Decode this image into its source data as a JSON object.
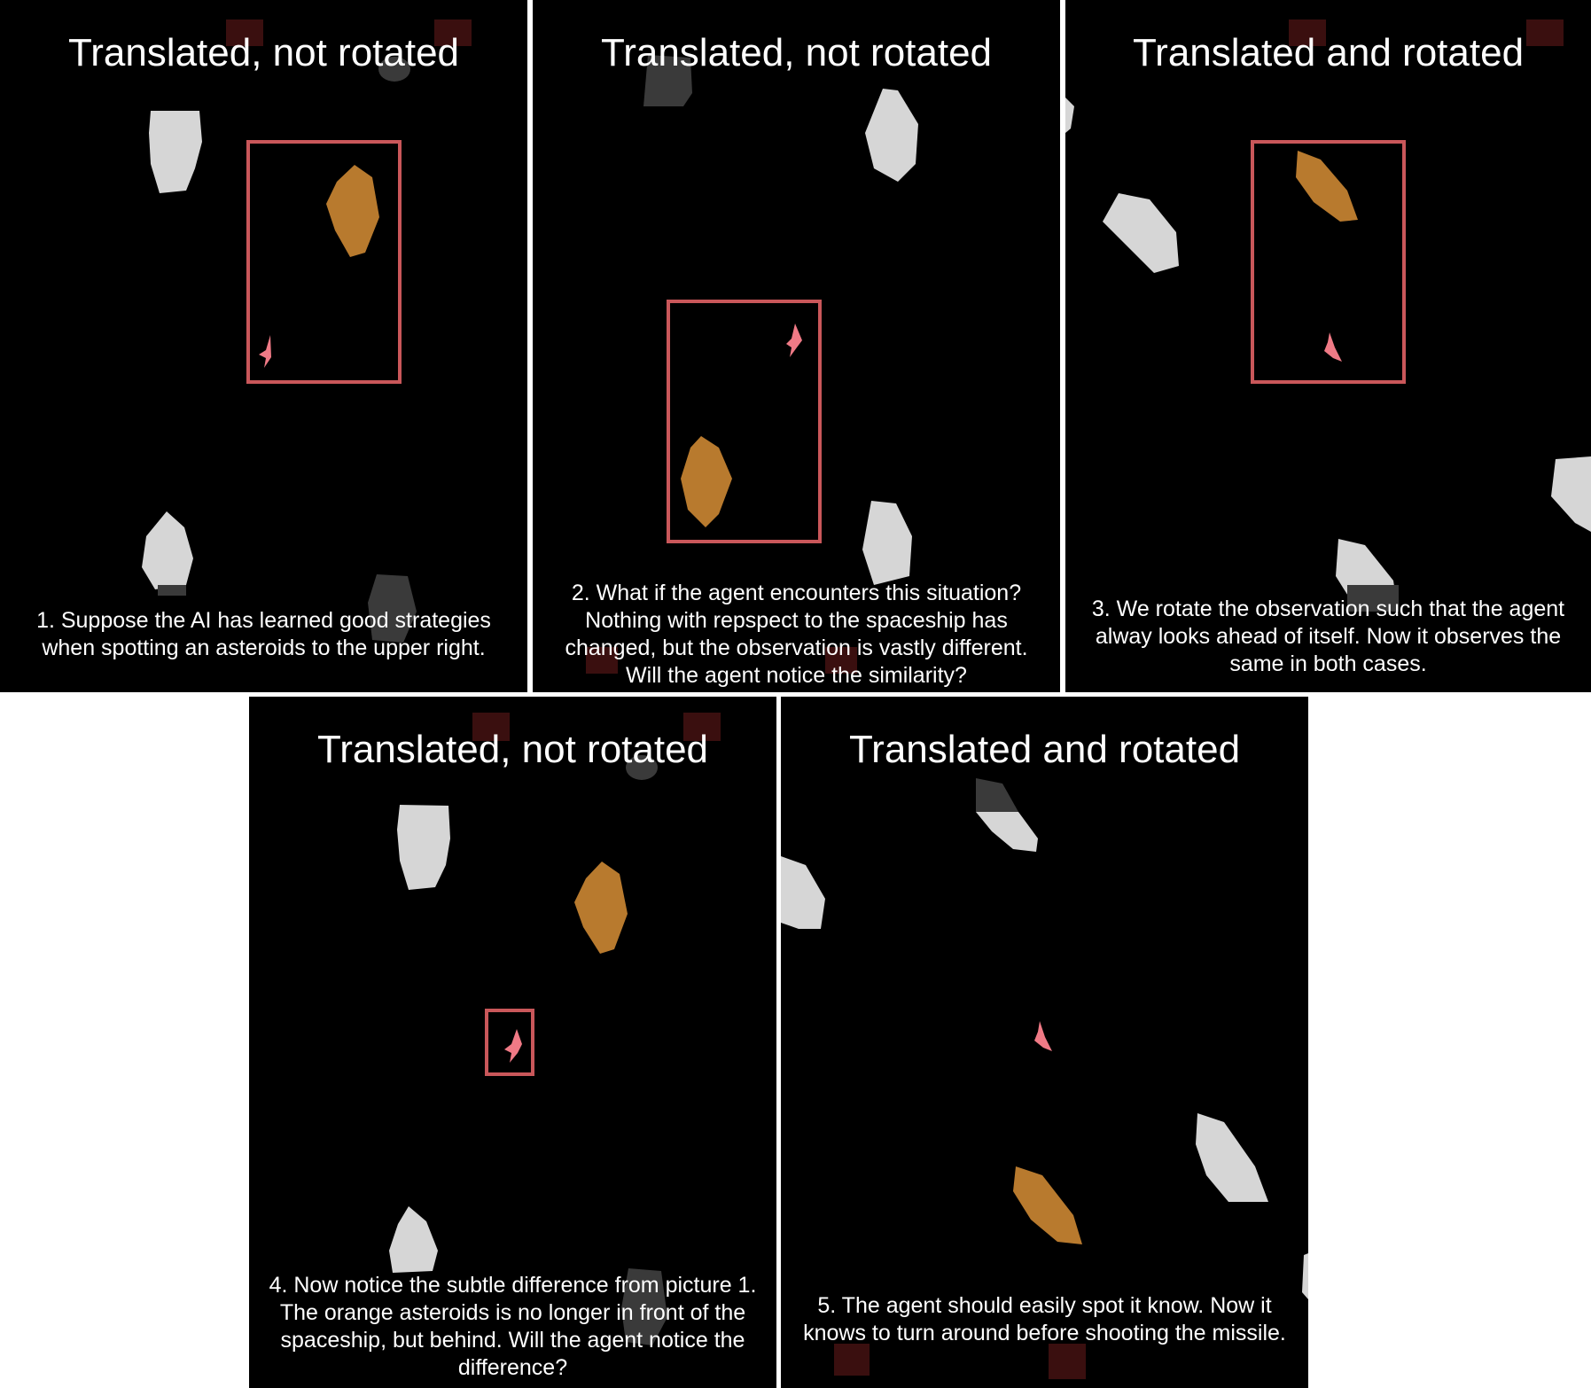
{
  "panels": [
    {
      "title": "Translated, not rotated",
      "caption": "1. Suppose the AI has learned good strategies\nwhen spotting an asteroids to the upper right."
    },
    {
      "title": "Translated, not rotated",
      "caption": "2. What if the agent encounters this situation?\nNothing with repspect to the spaceship has\nchanged, but the observation is vastly different.\nWill the agent notice the similarity?"
    },
    {
      "title": "Translated and rotated",
      "caption": "3. We rotate the observation such that the agent\nalway looks ahead of itself. Now it observes the\nsame in both cases."
    },
    {
      "title": "Translated, not rotated",
      "caption": "4. Now notice the subtle difference from picture 1.\nThe orange asteroids is no longer in front of the\nspaceship, but behind. Will the agent notice the\ndifference?"
    },
    {
      "title": "Translated and rotated",
      "caption": "5. The agent should easily spot it know. Now it\nknows to turn around before shooting the missile."
    }
  ],
  "colors": {
    "background": "#000000",
    "asteroid_white": "#d6d6d6",
    "asteroid_grey": "#3a3a3a",
    "asteroid_orange": "#b87a2e",
    "spaceship": "#f07a86",
    "highlight_box": "#c9575a",
    "score_digits": "#3a0f0f"
  },
  "icons": [
    "white-asteroid-icon",
    "grey-asteroid-icon",
    "orange-asteroid-icon",
    "spaceship-icon",
    "score-digit-icon"
  ]
}
